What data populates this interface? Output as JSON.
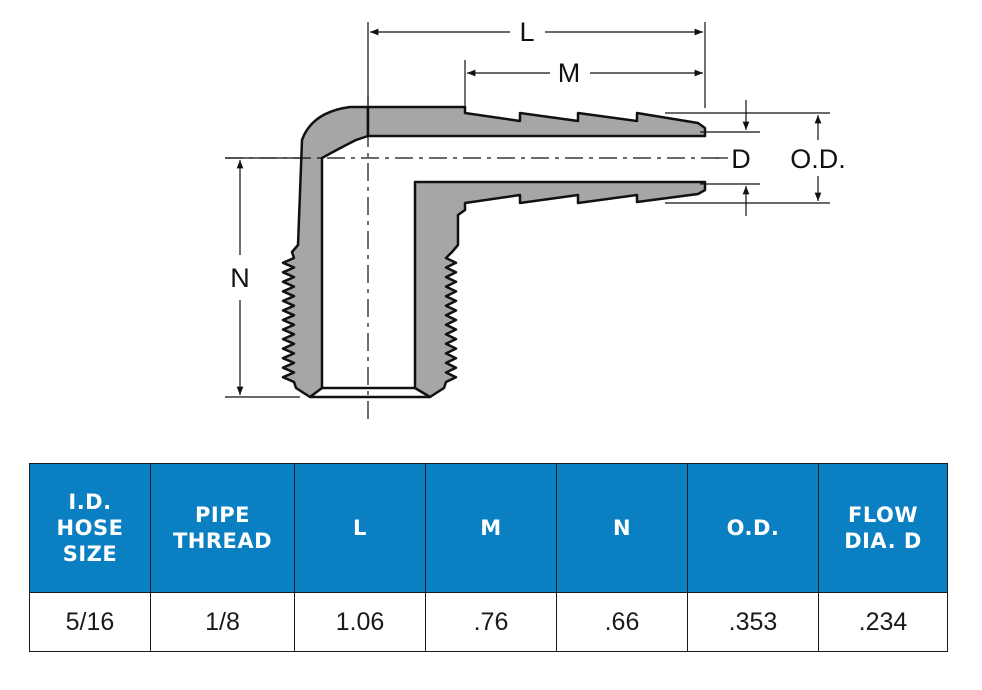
{
  "diagram": {
    "labels": {
      "l": "L",
      "m": "M",
      "n": "N",
      "d": "D",
      "od": "O.D."
    }
  },
  "table": {
    "headers": [
      "I.D.\nHOSE\nSIZE",
      "PIPE\nTHREAD",
      "L",
      "M",
      "N",
      "O.D.",
      "FLOW\nDIA. D"
    ],
    "rows": [
      [
        "5/16",
        "1/8",
        "1.06",
        ".76",
        ".66",
        ".353",
        ".234"
      ]
    ]
  },
  "colors": {
    "header_blue": "#0a7fc2",
    "fitting_gray": "#a6a6a6"
  }
}
